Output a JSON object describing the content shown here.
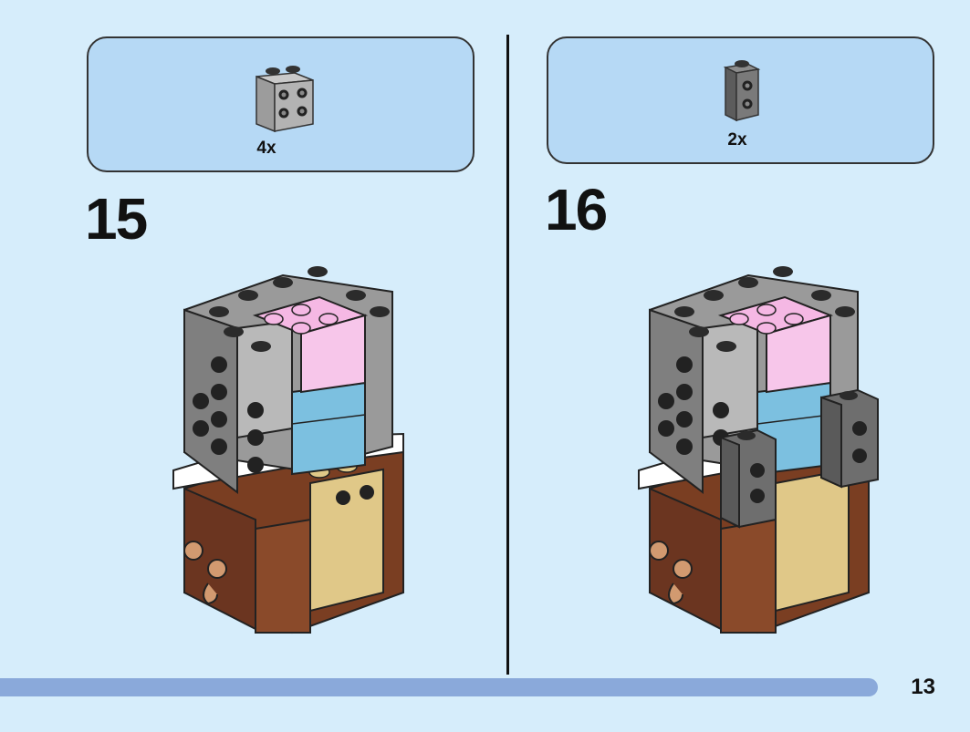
{
  "steps": [
    {
      "number": "15",
      "part_quantity": "4x"
    },
    {
      "number": "16",
      "part_quantity": "2x"
    }
  ],
  "page_number": "13"
}
